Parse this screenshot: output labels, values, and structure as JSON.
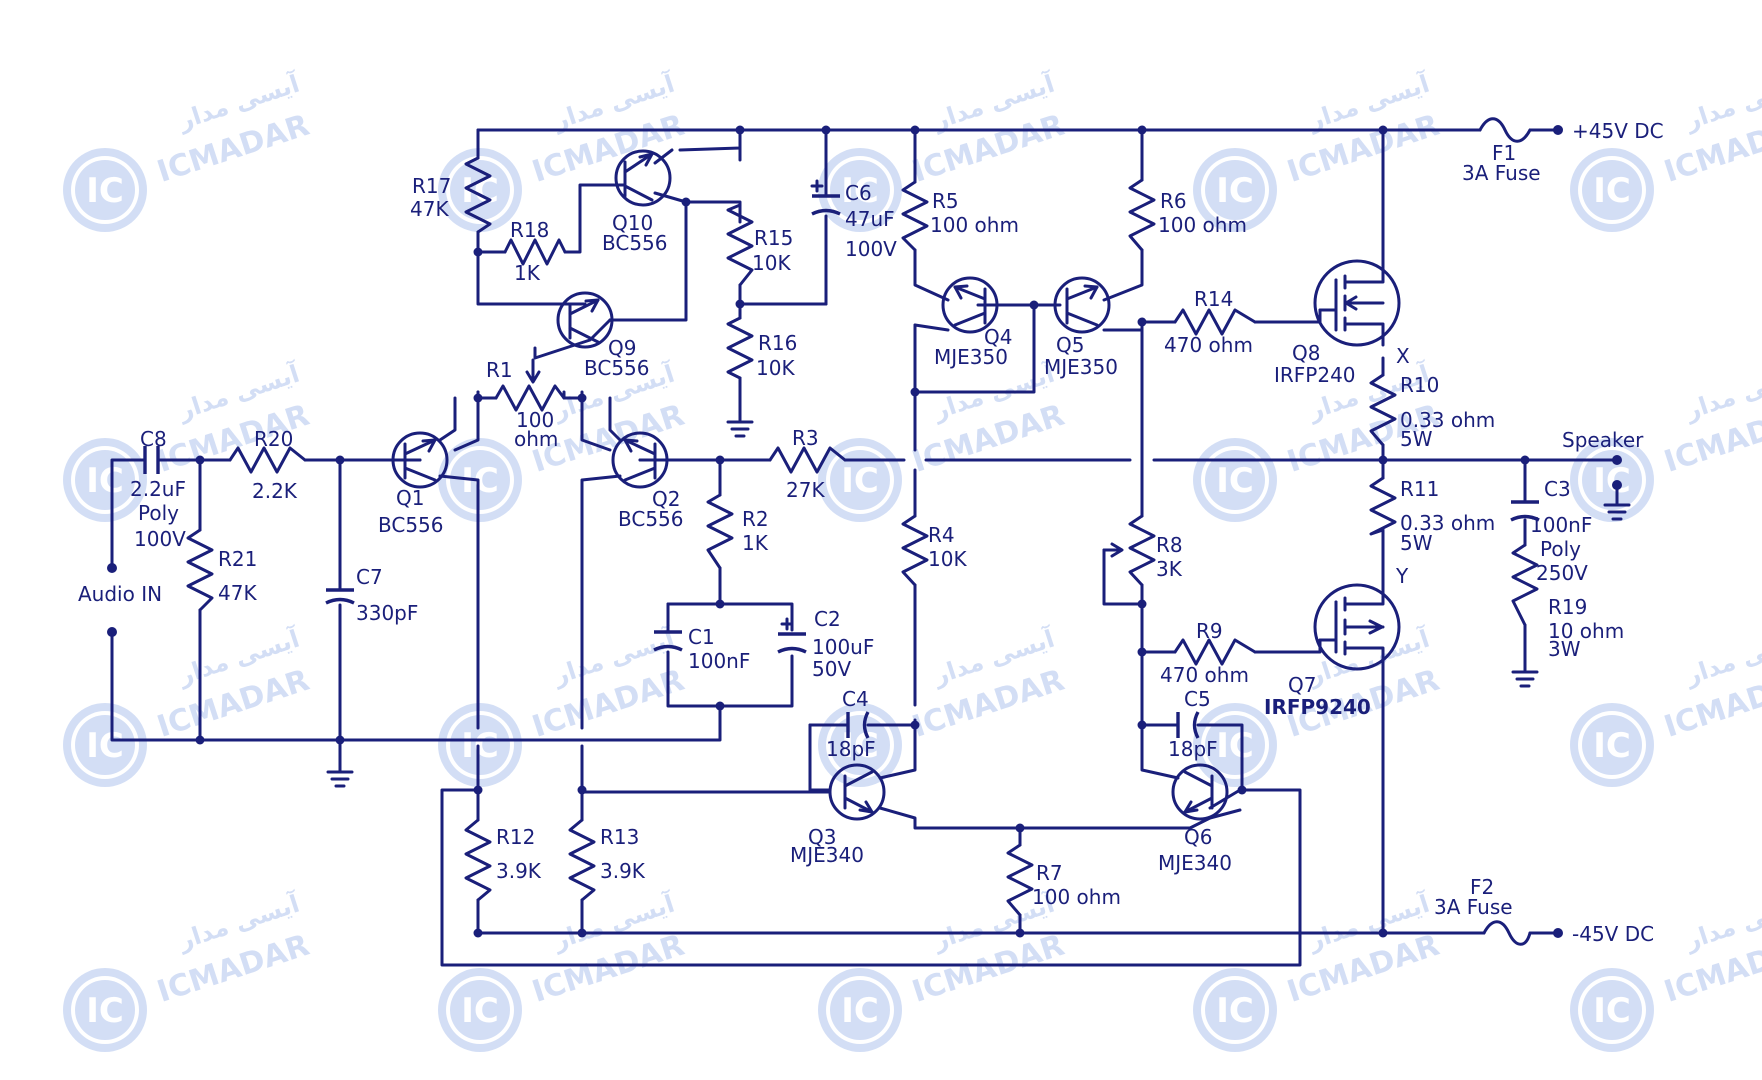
{
  "watermark": {
    "brand": "ICMADAR",
    "brand_fa": "آیسی مدار",
    "logo": "IC",
    "logo_sub": "MADAR",
    "color": "#3b6fd4"
  },
  "colors": {
    "wire": "#1a1f7a",
    "background": "#ffffff"
  },
  "power": {
    "pos": "+45V DC",
    "neg": "-45V DC",
    "f1": "F1",
    "f1_val": "3A Fuse",
    "f2": "F2",
    "f2_val": "3A Fuse"
  },
  "io": {
    "audio_in": "Audio IN",
    "speaker": "Speaker",
    "node_x": "X",
    "node_y": "Y"
  },
  "resistors": {
    "r1": [
      "R1",
      "100",
      "ohm"
    ],
    "r2": [
      "R2",
      "1K"
    ],
    "r3": [
      "R3",
      "27K"
    ],
    "r4": [
      "R4",
      "10K"
    ],
    "r5": [
      "R5",
      "100 ohm"
    ],
    "r6": [
      "R6",
      "100 ohm"
    ],
    "r7": [
      "R7",
      "100 ohm"
    ],
    "r8": [
      "R8",
      "3K"
    ],
    "r9": [
      "R9",
      "470 ohm"
    ],
    "r10": [
      "R10",
      "0.33 ohm",
      "5W"
    ],
    "r11": [
      "R11",
      "0.33 ohm",
      "5W"
    ],
    "r12": [
      "R12",
      "3.9K"
    ],
    "r13": [
      "R13",
      "3.9K"
    ],
    "r14": [
      "R14",
      "470 ohm"
    ],
    "r15": [
      "R15",
      "10K"
    ],
    "r16": [
      "R16",
      "10K"
    ],
    "r17": [
      "R17",
      "47K"
    ],
    "r18": [
      "R18",
      "1K"
    ],
    "r19": [
      "R19",
      "10 ohm",
      "3W"
    ],
    "r20": [
      "R20",
      "2.2K"
    ],
    "r21": [
      "R21",
      "47K"
    ]
  },
  "capacitors": {
    "c1": [
      "C1",
      "100nF"
    ],
    "c2": [
      "C2",
      "100uF",
      "50V"
    ],
    "c3": [
      "C3",
      "100nF",
      "Poly",
      "250V"
    ],
    "c4": [
      "C4",
      "18pF"
    ],
    "c5": [
      "C5",
      "18pF"
    ],
    "c6": [
      "C6",
      "47uF",
      "100V"
    ],
    "c7": [
      "C7",
      "330pF"
    ],
    "c8": [
      "C8",
      "2.2uF",
      "Poly",
      "100V"
    ]
  },
  "transistors": {
    "q1": [
      "Q1",
      "BC556"
    ],
    "q2": [
      "Q2",
      "BC556"
    ],
    "q3": [
      "Q3",
      "MJE340"
    ],
    "q4": [
      "Q4",
      "MJE350"
    ],
    "q5": [
      "Q5",
      "MJE350"
    ],
    "q6": [
      "Q6",
      "MJE340"
    ],
    "q7": [
      "Q7",
      "IRFP9240"
    ],
    "q8": [
      "Q8",
      "IRFP240"
    ],
    "q9": [
      "Q9",
      "BC556"
    ],
    "q10": [
      "Q10",
      "BC556"
    ]
  }
}
